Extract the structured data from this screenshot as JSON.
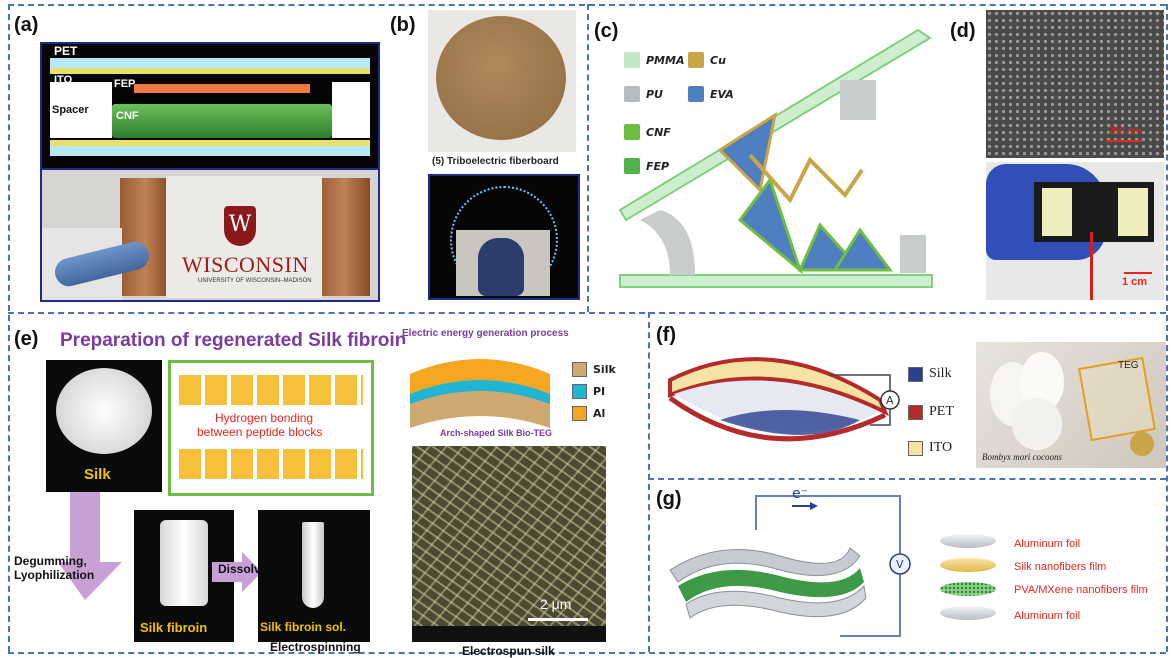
{
  "panels": {
    "a": {
      "label": "(a)",
      "layers": [
        "PET",
        "ITO",
        "FEP",
        "Spacer",
        "CNF"
      ],
      "logo_text": "WISCONSIN",
      "logo_subtext": "UNIVERSITY OF WISCONSIN–MADISON"
    },
    "b": {
      "label": "(b)",
      "caption": "(5) Triboelectric fiberboard"
    },
    "c": {
      "label": "(c)",
      "legend": [
        "PMMA",
        "Cu",
        "PU",
        "EVA",
        "CNF",
        "FEP"
      ]
    },
    "d": {
      "label": "(d)",
      "scale_top": "200 nm",
      "scale_bottom": "1 cm"
    },
    "e": {
      "label": "(e)",
      "title": "Preparation of regenerated Silk fibroin",
      "hbond_line1": "Hydrogen bonding",
      "hbond_line2": "between peptide blocks",
      "silk_label": "Silk",
      "step1_line1": "Degumming,",
      "step1_line2": "Lyophilization",
      "fibroin_label": "Silk fibroin",
      "step2": "Dissolving",
      "solution_label": "Silk fibroin sol.",
      "step3": "Electrospinning",
      "gen_title": "Electric energy generation process",
      "legend": [
        "Silk",
        "PI",
        "Al"
      ],
      "arch_caption": "Arch-shaped Silk Bio-TEG",
      "sem_scale": "2 μm",
      "sem_caption": "Electrospun silk"
    },
    "f": {
      "label": "(f)",
      "legend": [
        "Silk",
        "PET",
        "ITO"
      ],
      "meter": "A",
      "photo_label": "TEG",
      "photo_caption": "Bombyx mori cocoons"
    },
    "g": {
      "label": "(g)",
      "electron": "e⁻",
      "meter": "V",
      "legend": [
        "Aluminum foil",
        "Silk nanofibers film",
        "PVA/MXene nanofibers film",
        "Aluminum foil"
      ]
    }
  },
  "colors": {
    "dash": "#4a72b8",
    "accent_red": "#e8261c",
    "title_purple": "#7a3c9e",
    "photo_border": "#1f2a8a"
  }
}
